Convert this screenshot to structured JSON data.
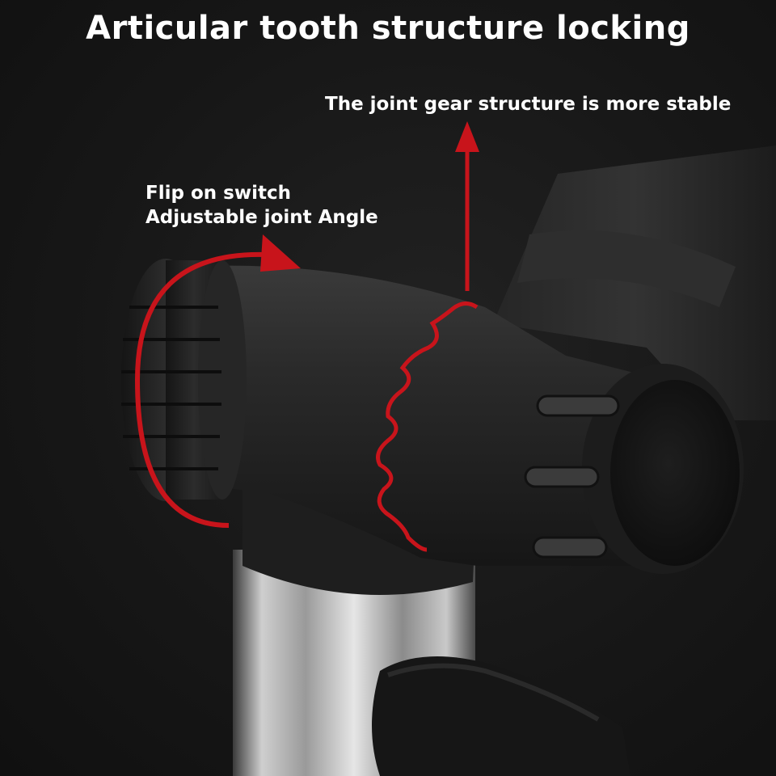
{
  "title": "Articular tooth structure locking",
  "annotations": {
    "gear_note": "The joint gear structure is more stable",
    "flip_line1": "Flip on switch",
    "flip_line2": "Adjustable joint Angle"
  },
  "colors": {
    "background": "#151515",
    "accent": "#c8141b",
    "text": "#ffffff"
  }
}
